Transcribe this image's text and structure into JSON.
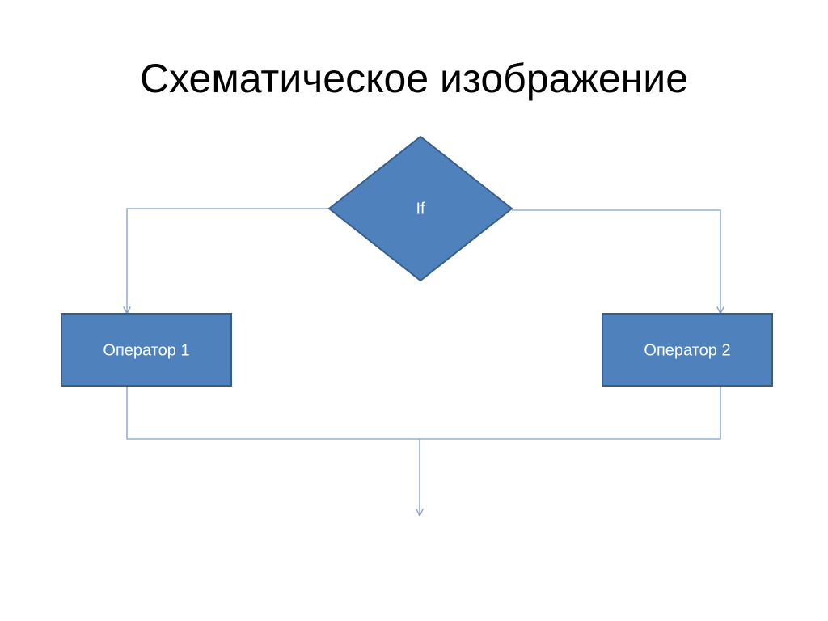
{
  "slide": {
    "title": "Схематическое изображение"
  },
  "diagram": {
    "condition_label": "If",
    "left_box_label": "Оператор 1",
    "right_box_label": "Оператор 2"
  },
  "colors": {
    "shape_fill": "#4f81bd",
    "shape_stroke": "#385d8a",
    "connector": "#7f9fcd",
    "text_on_shape": "#ffffff",
    "title_text": "#000000"
  }
}
